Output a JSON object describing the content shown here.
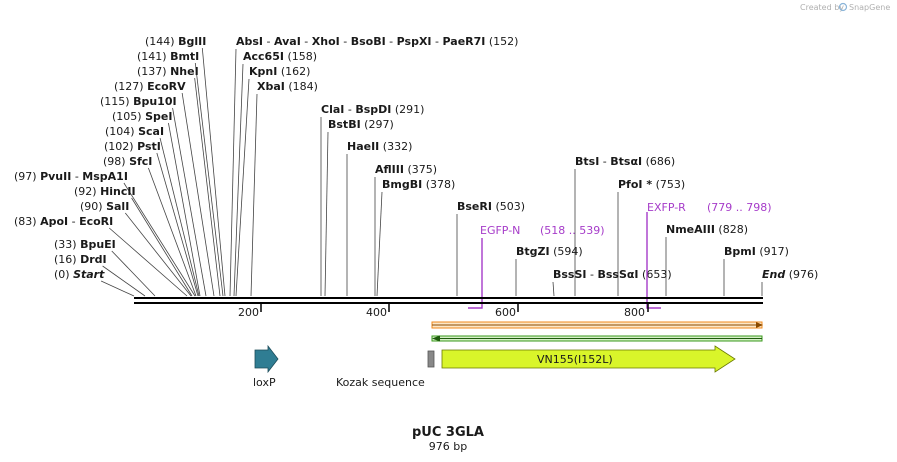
{
  "credit": {
    "text": "Created by",
    "brand": "SnapGene"
  },
  "plasmid": {
    "name": "pUC 3GLA",
    "length": "976 bp"
  },
  "ruler": [
    "200",
    "400",
    "600",
    "800"
  ],
  "sites": [
    {
      "pos": "(0)",
      "names": [
        "Start"
      ],
      "italic": true
    },
    {
      "pos": "(16)",
      "names": [
        "DrdI"
      ]
    },
    {
      "pos": "(33)",
      "names": [
        "BpuEI"
      ]
    },
    {
      "pos": "(83)",
      "names": [
        "ApoI",
        "EcoRI"
      ]
    },
    {
      "pos": "(90)",
      "names": [
        "SalI"
      ]
    },
    {
      "pos": "(92)",
      "names": [
        "HincII"
      ]
    },
    {
      "pos": "(97)",
      "names": [
        "PvuII",
        "MspA1I"
      ]
    },
    {
      "pos": "(98)",
      "names": [
        "SfcI"
      ]
    },
    {
      "pos": "(102)",
      "names": [
        "PstI"
      ]
    },
    {
      "pos": "(104)",
      "names": [
        "ScaI"
      ]
    },
    {
      "pos": "(105)",
      "names": [
        "SpeI"
      ]
    },
    {
      "pos": "(115)",
      "names": [
        "Bpu10I"
      ]
    },
    {
      "pos": "(127)",
      "names": [
        "EcoRV"
      ]
    },
    {
      "pos": "(137)",
      "names": [
        "NheI"
      ]
    },
    {
      "pos": "(141)",
      "names": [
        "BmtI"
      ]
    },
    {
      "pos": "(144)",
      "names": [
        "BglII"
      ]
    },
    {
      "pos": "(152)",
      "names": [
        "AbsI",
        "AvaI",
        "XhoI",
        "BsoBI",
        "PspXI",
        "PaeR7I"
      ]
    },
    {
      "pos": "(158)",
      "names": [
        "Acc65I"
      ]
    },
    {
      "pos": "(162)",
      "names": [
        "KpnI"
      ]
    },
    {
      "pos": "(184)",
      "names": [
        "XbaI"
      ]
    },
    {
      "pos": "(291)",
      "names": [
        "ClaI",
        "BspDI"
      ]
    },
    {
      "pos": "(297)",
      "names": [
        "BstBI"
      ]
    },
    {
      "pos": "(332)",
      "names": [
        "HaeII"
      ]
    },
    {
      "pos": "(375)",
      "names": [
        "AflIII"
      ]
    },
    {
      "pos": "(378)",
      "names": [
        "BmgBI"
      ]
    },
    {
      "pos": "(503)",
      "names": [
        "BseRI"
      ]
    },
    {
      "pos": "(594)",
      "names": [
        "BtgZI"
      ]
    },
    {
      "pos": "(653)",
      "names": [
        "BssSI",
        "BssSαI"
      ]
    },
    {
      "pos": "(686)",
      "names": [
        "BtsI",
        "BtsαI"
      ]
    },
    {
      "pos": "(753)",
      "names": [
        "PfoI *"
      ]
    },
    {
      "pos": "(828)",
      "names": [
        "NmeAIII"
      ]
    },
    {
      "pos": "(917)",
      "names": [
        "BpmI"
      ]
    },
    {
      "pos": "(976)",
      "names": [
        "End"
      ],
      "italic": true
    }
  ],
  "primers": [
    {
      "name": "EGFP-N",
      "range": "(518 .. 539)"
    },
    {
      "name": "EXFP-R",
      "range": "(779 .. 798)"
    }
  ],
  "features": [
    {
      "name": "loxP",
      "color": "#2f7d93"
    },
    {
      "name": "Kozak sequence",
      "color": "#888888"
    },
    {
      "name": "VN155(I152L)",
      "color": "#d9f52a"
    }
  ],
  "colors": {
    "orf1": "#f08a1c",
    "orf2": "#3a9a1c",
    "primer": "#a63cc9",
    "backbone": "#000000"
  }
}
